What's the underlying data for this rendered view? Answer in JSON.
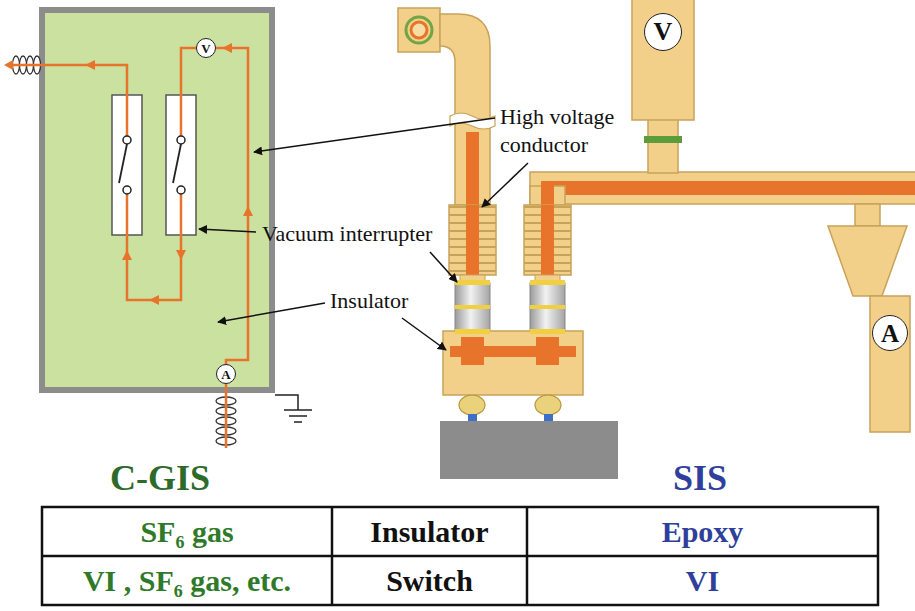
{
  "diagram": {
    "nodes": [
      {
        "text": [
          "V"
        ]
      },
      {
        "text": [
          "A"
        ]
      },
      {
        "text": [
          "V"
        ]
      },
      {
        "text": [
          "A"
        ]
      }
    ],
    "labels": [
      "High voltage conductor",
      "Vacuum interrupter",
      "Insulator",
      "C-GIS",
      "SIS",
      "SF₆ gas",
      "Insulator",
      "Epoxy",
      "VI , SF₆ gas, etc.",
      "Switch",
      "VI"
    ]
  }
}
